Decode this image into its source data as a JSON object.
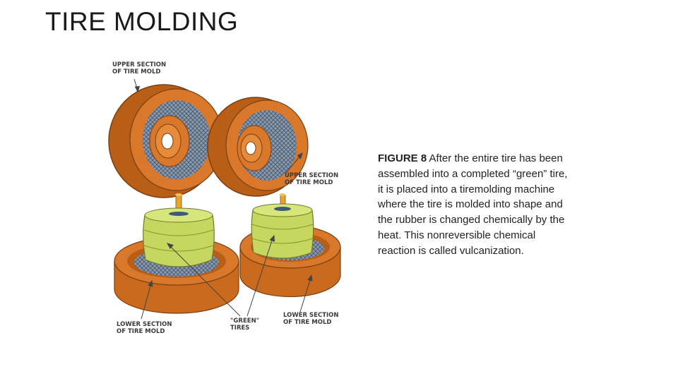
{
  "title": "TIRE MOLDING",
  "diagram": {
    "labels": {
      "upper_left": "UPPER SECTION\nOF TIRE MOLD",
      "upper_right": "UPPER SECTION\nOF TIRE MOLD",
      "lower_left": "LOWER SECTION\nOF TIRE MOLD",
      "green_tires": "\"GREEN\"\nTIRES",
      "lower_right": "LOWER SECTION\nOF TIRE MOLD"
    },
    "colors": {
      "mold": "#d9782a",
      "mold_dark": "#b85e17",
      "tread": "#7f8fa6",
      "green_tire": "#c6d65e",
      "stem": "#e8a42a"
    }
  },
  "caption": {
    "figure_label": "FIGURE 8",
    "text": " After the entire tire has been assembled into a completed “green” tire, it is placed into a tiremolding machine where the tire is molded into shape and the rubber is changed chemically by the heat. This nonreversible chemical reaction is called vulcanization."
  }
}
